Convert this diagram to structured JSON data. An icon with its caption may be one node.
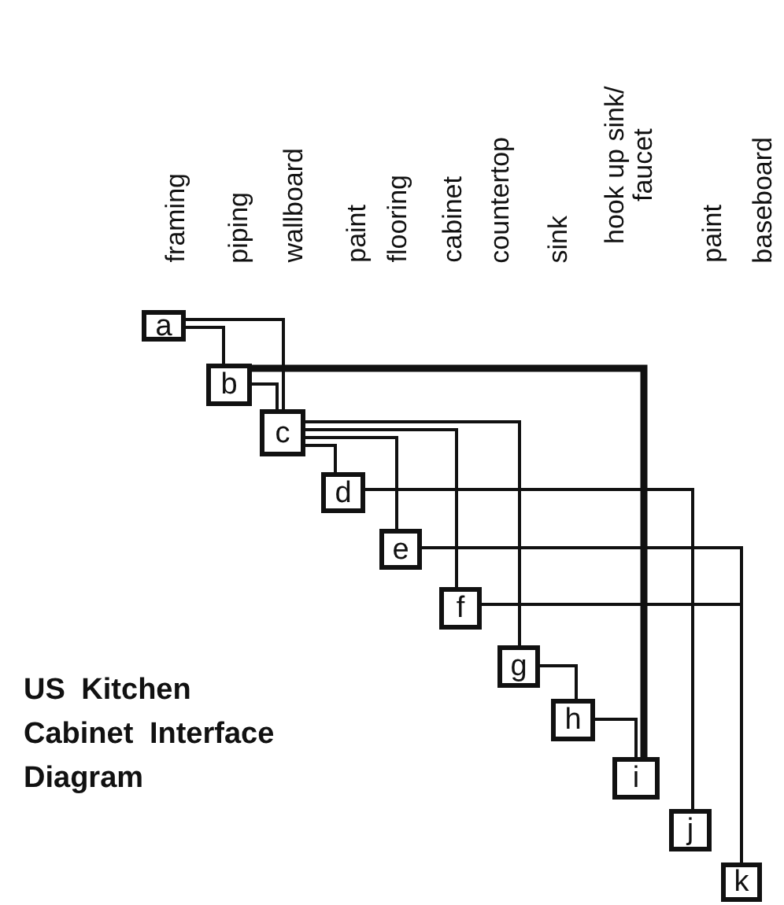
{
  "diagram": {
    "title": "US Kitchen Cabinet Interface Diagram",
    "nodes": [
      {
        "text": [
          "a"
        ]
      },
      {
        "text": [
          "b"
        ]
      },
      {
        "text": [
          "c"
        ]
      },
      {
        "text": [
          "d"
        ]
      },
      {
        "text": [
          "e"
        ]
      },
      {
        "text": [
          "f"
        ]
      },
      {
        "text": [
          "g"
        ]
      },
      {
        "text": [
          "h"
        ]
      },
      {
        "text": [
          "i"
        ]
      },
      {
        "text": [
          "j"
        ]
      },
      {
        "text": [
          "k"
        ]
      }
    ],
    "edges": [
      {
        "from": 0,
        "to": 1,
        "arrow": "none"
      },
      {
        "from": 0,
        "to": 2,
        "arrow": "none"
      },
      {
        "from": 1,
        "to": 2,
        "arrow": "none"
      },
      {
        "from": 1,
        "to": 8,
        "arrow": "none",
        "style": "thick"
      },
      {
        "from": 2,
        "to": 3,
        "arrow": "none"
      },
      {
        "from": 2,
        "to": 4,
        "arrow": "none"
      },
      {
        "from": 2,
        "to": 5,
        "arrow": "none"
      },
      {
        "from": 2,
        "to": 6,
        "arrow": "none"
      },
      {
        "from": 3,
        "to": 9,
        "arrow": "none"
      },
      {
        "from": 4,
        "to": 10,
        "arrow": "none"
      },
      {
        "from": 5,
        "to": 10,
        "arrow": "none"
      },
      {
        "from": 6,
        "to": 7,
        "arrow": "none"
      },
      {
        "from": 7,
        "to": 8,
        "arrow": "none"
      }
    ],
    "labels": [
      "framing",
      "piping",
      "wallboard",
      "paint",
      "flooring",
      "cabinet",
      "countertop",
      "sink",
      "hook up sink/ faucet",
      "paint",
      "baseboard"
    ]
  }
}
